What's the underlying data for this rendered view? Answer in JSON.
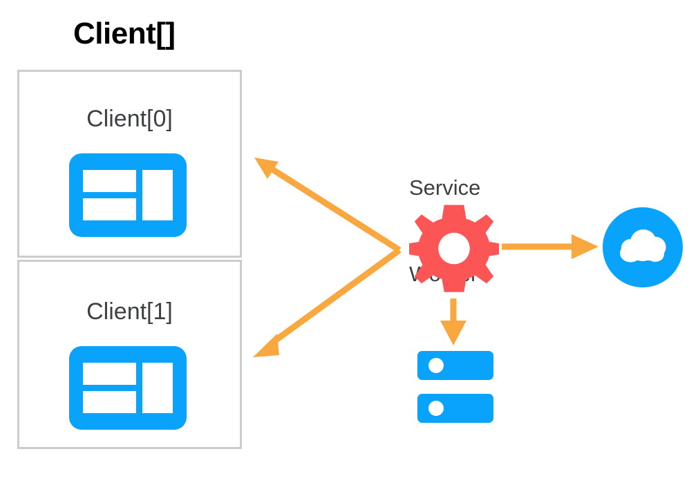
{
  "diagram": {
    "title": "Client[]",
    "clients": [
      {
        "label": "Client[0]",
        "icon": "browser-window-icon"
      },
      {
        "label": "Client[1]",
        "icon": "browser-window-icon"
      }
    ],
    "service_worker": {
      "label_line1": "Service",
      "label_line2": "Worker",
      "icon": "gear-icon"
    },
    "network": {
      "icon": "cloud-icon"
    },
    "storage": {
      "icon": "database-icon"
    },
    "arrows": [
      {
        "name": "arrow-sw-to-client0",
        "from": "service-worker",
        "to": "client-0",
        "direction": "left-up"
      },
      {
        "name": "arrow-sw-to-client1",
        "from": "service-worker",
        "to": "client-1",
        "direction": "left-down"
      },
      {
        "name": "arrow-sw-to-cloud",
        "from": "service-worker",
        "to": "cloud",
        "direction": "right"
      },
      {
        "name": "arrow-sw-to-database",
        "from": "service-worker",
        "to": "database",
        "direction": "down"
      }
    ]
  },
  "colors": {
    "blue": "#09a3fc",
    "red": "#fb5555",
    "orange": "#f9a73f",
    "border_gray": "#cccccc",
    "text_dark": "#3c4043",
    "title_black": "#000000",
    "background": "#ffffff"
  }
}
